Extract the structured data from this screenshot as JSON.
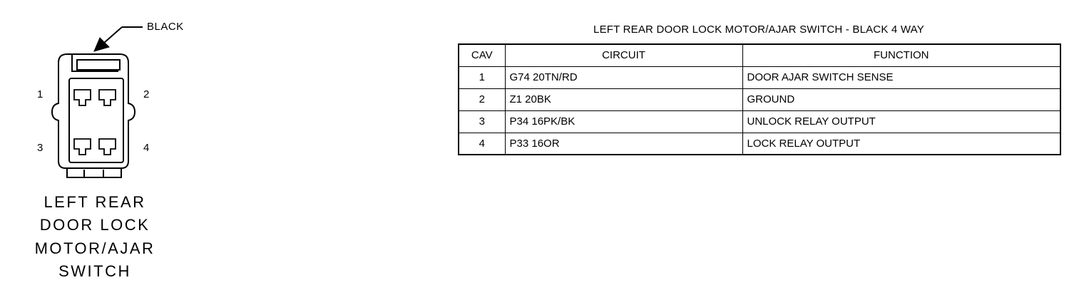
{
  "connector": {
    "color_label": "BLACK",
    "pin_labels": [
      "1",
      "2",
      "3",
      "4"
    ],
    "caption_lines": [
      "LEFT REAR",
      "DOOR LOCK",
      "MOTOR/AJAR",
      "SWITCH"
    ]
  },
  "table": {
    "title": "LEFT REAR DOOR LOCK MOTOR/AJAR SWITCH - BLACK 4 WAY",
    "headers": [
      "CAV",
      "CIRCUIT",
      "FUNCTION"
    ],
    "rows": [
      [
        "1",
        "G74 20TN/RD",
        "DOOR AJAR SWITCH SENSE"
      ],
      [
        "2",
        "Z1 20BK",
        "GROUND"
      ],
      [
        "3",
        "P34 16PK/BK",
        "UNLOCK RELAY OUTPUT"
      ],
      [
        "4",
        "P33 16OR",
        "LOCK RELAY OUTPUT"
      ]
    ]
  }
}
